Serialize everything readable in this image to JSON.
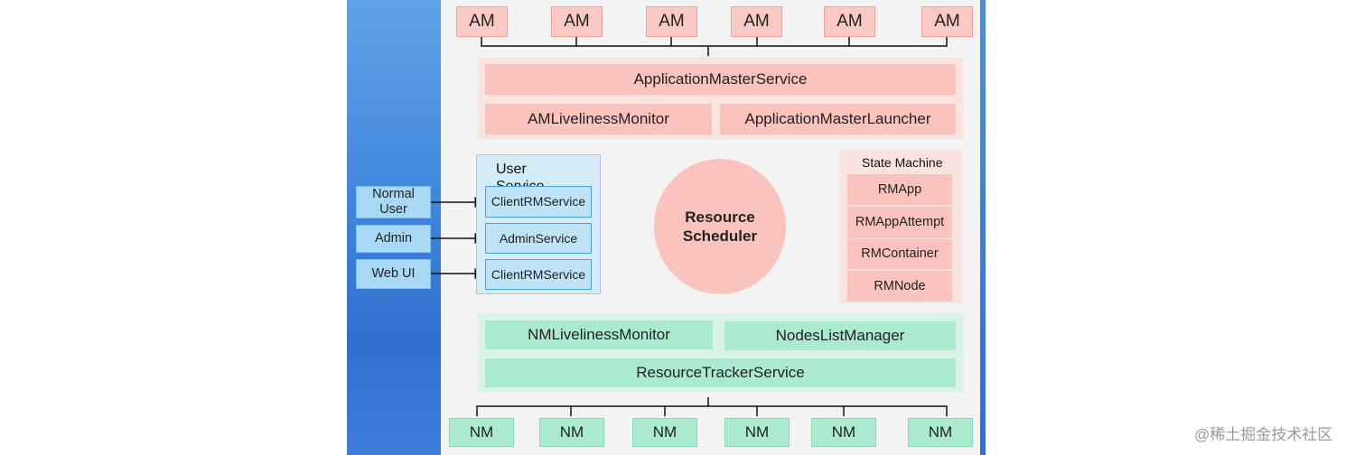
{
  "am_nodes": [
    "AM",
    "AM",
    "AM",
    "AM",
    "AM",
    "AM"
  ],
  "pink_section": {
    "application_master_service": "ApplicationMasterService",
    "am_liveliness_monitor": "AMLivelinessMonitor",
    "application_master_launcher": "ApplicationMasterLauncher"
  },
  "user_service": {
    "title": "User Service",
    "services": [
      "ClientRMService",
      "AdminService",
      "ClientRMService"
    ]
  },
  "clients": [
    "Normal User",
    "Admin",
    "Web UI"
  ],
  "scheduler": {
    "label": "Resource Scheduler"
  },
  "state_machine": {
    "title": "State Machine",
    "items": [
      "RMApp",
      "RMAppAttempt",
      "RMContainer",
      "RMNode"
    ]
  },
  "green_section": {
    "nm_liveliness_monitor": "NMLivelinessMonitor",
    "nodes_list_manager": "NodesListManager",
    "resource_tracker_service": "ResourceTrackerService"
  },
  "nm_nodes": [
    "NM",
    "NM",
    "NM",
    "NM",
    "NM",
    "NM"
  ],
  "watermark": "@稀土掘金技术社区",
  "colors": {
    "pink_box": "#fbc3bd",
    "pink_panel": "#fbe3e0",
    "green_box": "#a9ead0",
    "blue_box": "#bfe3f7",
    "client_box": "#a9d8f5",
    "background_blue": "#3f86dc"
  }
}
